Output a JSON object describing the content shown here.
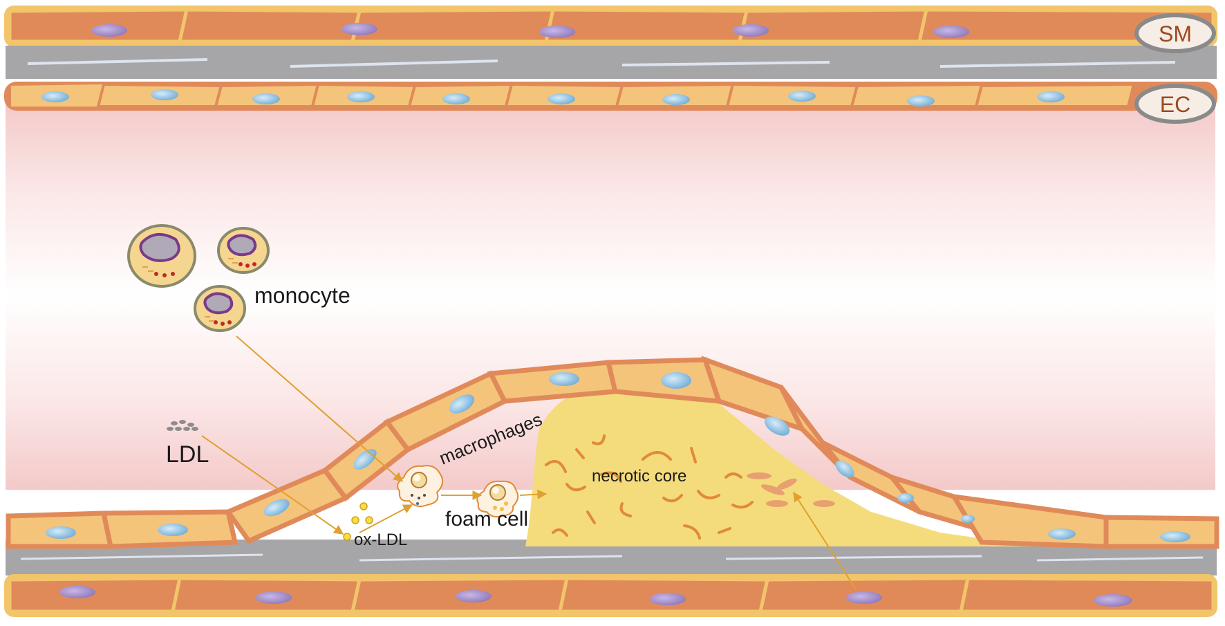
{
  "labels": {
    "sm": "SM",
    "ec": "EC",
    "monocyte": "monocyte",
    "ldl": "LDL",
    "macrophages": "macrophages",
    "ox_ldl": "ox-LDL",
    "foam_cell": "foam cell",
    "necrotic_core": "necrotic core"
  },
  "colors": {
    "smooth_muscle_fill": "#e08a5a",
    "smooth_muscle_border": "#f2c56a",
    "endothelium_fill": "#f4c47a",
    "endothelium_border": "#e08a5a",
    "membrane_gray": "#a6a6a8",
    "lumen_pink": "#f7d6d6",
    "plaque_yellow": "#f4dc7c",
    "ec_nucleus": "#7fb6dc",
    "sm_nucleus": "#9a85c2",
    "arrow": "#e0a030",
    "debris": "#e08a3a"
  },
  "icons": {
    "monocyte": "monocyte-cell-icon",
    "macrophage": "macrophage-cell-icon",
    "foam_cell": "foam-cell-icon",
    "ldl": "ldl-particles-icon",
    "ox_ldl": "ox-ldl-particles-icon"
  }
}
